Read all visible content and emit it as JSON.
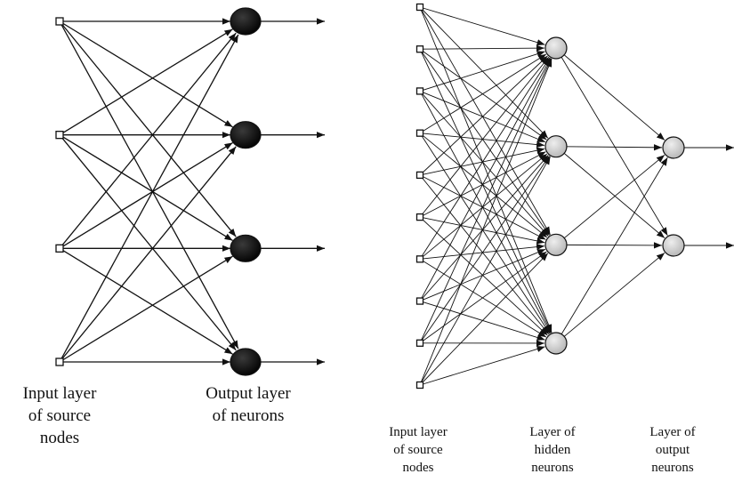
{
  "diagrams": [
    {
      "layers": [
        {
          "label": "Input layer\nof source\nnodes",
          "nodes": 4,
          "kind": "source"
        },
        {
          "label": "Output layer\nof neurons",
          "nodes": 4,
          "kind": "neuron",
          "fill": "#111111"
        }
      ]
    },
    {
      "layers": [
        {
          "label": "Input layer\nof source\nnodes",
          "nodes": 10,
          "kind": "source"
        },
        {
          "label": "Layer of\nhidden\nneurons",
          "nodes": 4,
          "kind": "neuron",
          "fill": "#cfcfcf"
        },
        {
          "label": "Layer of\noutput\nneurons",
          "nodes": 2,
          "kind": "neuron",
          "fill": "#cfcfcf"
        }
      ]
    }
  ],
  "colors": {
    "line": "#111111",
    "background": "#ffffff"
  }
}
